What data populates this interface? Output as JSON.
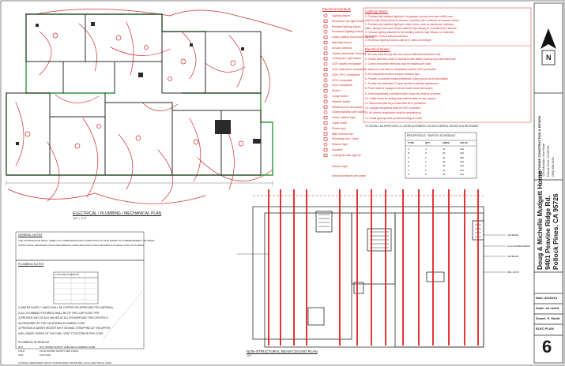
{
  "plans": {
    "electrical_title": "ELECTRICAL / PLUMBING / MECHANICAL PLAN",
    "electrical_scale": "1/4\" = 1'-0\"",
    "ceiling_title": "NON-STRUCTURAL BEAM CEILING PLAN",
    "ceiling_scale": "1/4\""
  },
  "legend": {
    "title": "Electrical Symbols",
    "items": [
      "Lighting fixture",
      "Recessed can light fixture",
      "Pendant lighting fixture",
      "Recessed lighting fixture",
      "Under cabinet fluorescent lighting",
      "Wall light fixture",
      "Smoke Detector",
      "Carbon Monoxide Detector",
      "Ceiling fan / light fixture",
      "110V duplex receptacle",
      "110V split-wired receptacle",
      "220V GFCI receptacle",
      "GFCI receptacle",
      "Floor receptacle",
      "Switch",
      "3-way switch",
      "Dimmer switch",
      "Weatherproof receptacle",
      "Ceiling light/fan with switch",
      "Under cabinet light",
      "Cable outlet",
      "Phone jack",
      "Bath exhaust fan",
      "Plumbing stub / drain",
      "Exterior light",
      "Doorbell",
      "Ceiling fan with light kit"
    ],
    "footer_label": "Exterior light",
    "footer_note": "Electrical fixtures per plans"
  },
  "lighting_notes": {
    "title": "Lighting Notes:",
    "lines": [
      "1. Permanently installed lighting in the garage, laundry room and utility room",
      "shall be high efficacy fixtures that are controlled with a manual-on vacancy sensor.",
      "2. Permanently installed lighting in other rooms, such as bedrooms, hallways,",
      "stairs, dining rooms and closets shall be high efficacy or controlled by a dimmer.",
      "3. Outdoor lighting attached to the building shall be high efficacy or controlled",
      "by a motion sensor with photocontrol.",
      "4. Recessed lighting fixtures shall be IC rated and airtight."
    ]
  },
  "electrical_notes": {
    "title": "Electrical Notes:",
    "lines": [
      "1. All work shall comply with the current California Electrical Code.",
      "2. Smoke detectors shall be hardwired with battery backup and interconnected.",
      "3. Carbon monoxide detectors shall be installed per code.",
      "4. Bathroom and kitchen receptacles shall be GFCI protected.",
      "5. All receptacles shall be tamper-resistant type.",
      "6. Provide a concrete encased electrode (Ufer) ground at the foundation.",
      "7. Provide two dedicated 20 amp circuits for kitchen appliances.",
      "8. Panel shall be equipped with arc-fault circuit interrupters.",
      "9. A thermostatically controlled whole house fan shall be provided.",
      "10. Outlet boxes for ceiling fans shall be listed for fan support.",
      "11. Bedrooms shall be provided with AFCI protection.",
      "12. Garage receptacles shall be GFCI protected.",
      "13. All exterior receptacles shall be weatherproof.",
      "14. Install gas pipe and provide bonding per code."
    ],
    "footnote": "TO INSTALL AN APPROVED UL LISTED AUTOMATIC SOLAR CONTROL DEVICE IN A RECESSED"
  },
  "schedule": {
    "title": "RECEPTACLE / SWITCH SCHEDULE",
    "headers": [
      "TYPE",
      "QTY",
      "AMPS",
      "VOLTS"
    ],
    "rows": [
      [
        "A",
        "4",
        "15",
        "120"
      ],
      [
        "B",
        "6",
        "20",
        "120"
      ],
      [
        "C",
        "2",
        "20",
        "240"
      ],
      [
        "D",
        "3",
        "15",
        "120"
      ],
      [
        "E",
        "1",
        "30",
        "240"
      ],
      [
        "F",
        "2",
        "15",
        "120"
      ],
      [
        "G",
        "5",
        "20",
        "120"
      ]
    ]
  },
  "general_notes": {
    "title": "GENERAL NOTES",
    "intro": "THE CONTRACTOR SHALL VERIFY ALL DIMENSIONS AND CONDITIONS ON SITE PRIOR TO COMMENCEMENT OF WORK.",
    "intro2": "STRUCTURAL DRAWINGS TAKE PRECEDENCE OVER ARCHITECTURAL DRAWINGS WHERE CONFLICTS ARISE.",
    "table_title": "FIXTURE SCHEDULE",
    "items_title": "PLUMBING NOTES",
    "items": [
      "1) WATER SUPPLY LINES SHALL BE COPPER OR APPROVED PEX MATERIAL.",
      "2) ALL PLUMBING FIXTURES SHALL BE OF THE LOW FLOW TYPE.",
      "3) PROVIDE ANTI-SCALD VALVES AT ALL SHOWER AND TUB CONTROLS",
      "   AS REQUIRED BY THE CALIFORNIA PLUMBING CODE.",
      "4) PROVIDE A WATER HEATER WITH SEISMIC STRAPPING AT THE UPPER",
      "   AND LOWER THIRDS OF THE TANK. VENT TO EXTERIOR PER CODE."
    ],
    "misc_title": "PLUMBING SCHEDULE",
    "legend_rows": [
      "HOT WATER SUPPLY LINE PER PLUMBING CODE",
      "COLD WATER SUPPLY PER CODE",
      "GAS LINE"
    ],
    "legend_labels": [
      "HOT",
      "COLD",
      "GAS"
    ],
    "footer": "2) INSTALL DEDICATED CIRCUIT FOR WASHER / DRYER PER LOCAL ELECTRICAL CODE"
  },
  "title_block": {
    "firm_line1": "SOUTHSIDE CONSTRUCTION & DESIGN",
    "firm_line2": "1234 Mountain View Road",
    "firm_line3": "Pollock Pines, CA 95726",
    "firm_line4": "(530) 555-0100",
    "project_name": "Doug & Michelle Mudgett Home",
    "project_address": "9401 Peavine Ridge Rd.",
    "project_city": "Pollock Pines, CA 95726",
    "date_label": "Date: 8/2/2014",
    "scale_label": "Scale: as noted",
    "drawn_label": "Drawn: E. Mudd",
    "sheet_title": "ELEC PLAN",
    "sheet_number": "6",
    "north_label": "N"
  },
  "ceiling_labels": {
    "beam_1": "4x8 BEAM",
    "beam_2": "4x10 DOUBLE BEAM",
    "beam_3": "4x8 BEAM",
    "beam_4": "DBL JOIST"
  },
  "colors": {
    "wire": "#d42a2a",
    "wall": "#2a2a2a",
    "green": "#2f9a3a",
    "beam": "#e01f1f"
  }
}
